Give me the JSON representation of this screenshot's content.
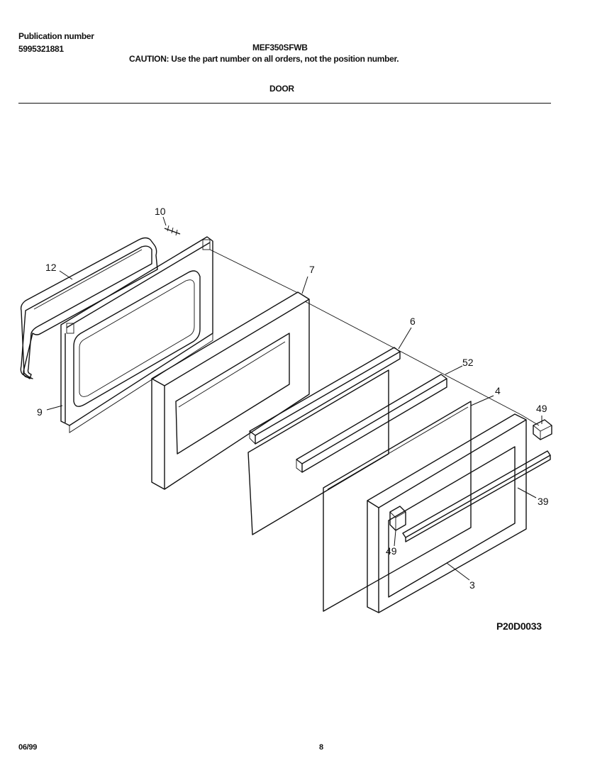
{
  "header": {
    "publication_label": "Publication number",
    "publication_number": "5995321881",
    "model": "MEF350SFWB",
    "caution": "CAUTION:  Use the part number on all orders, not the position number.",
    "section_title": "DOOR"
  },
  "callouts": [
    "10",
    "12",
    "7",
    "9",
    "6",
    "52",
    "4",
    "49",
    "39",
    "49",
    "3"
  ],
  "diagram_code": "P20D0033",
  "footer": {
    "date": "06/99",
    "page": "8"
  }
}
